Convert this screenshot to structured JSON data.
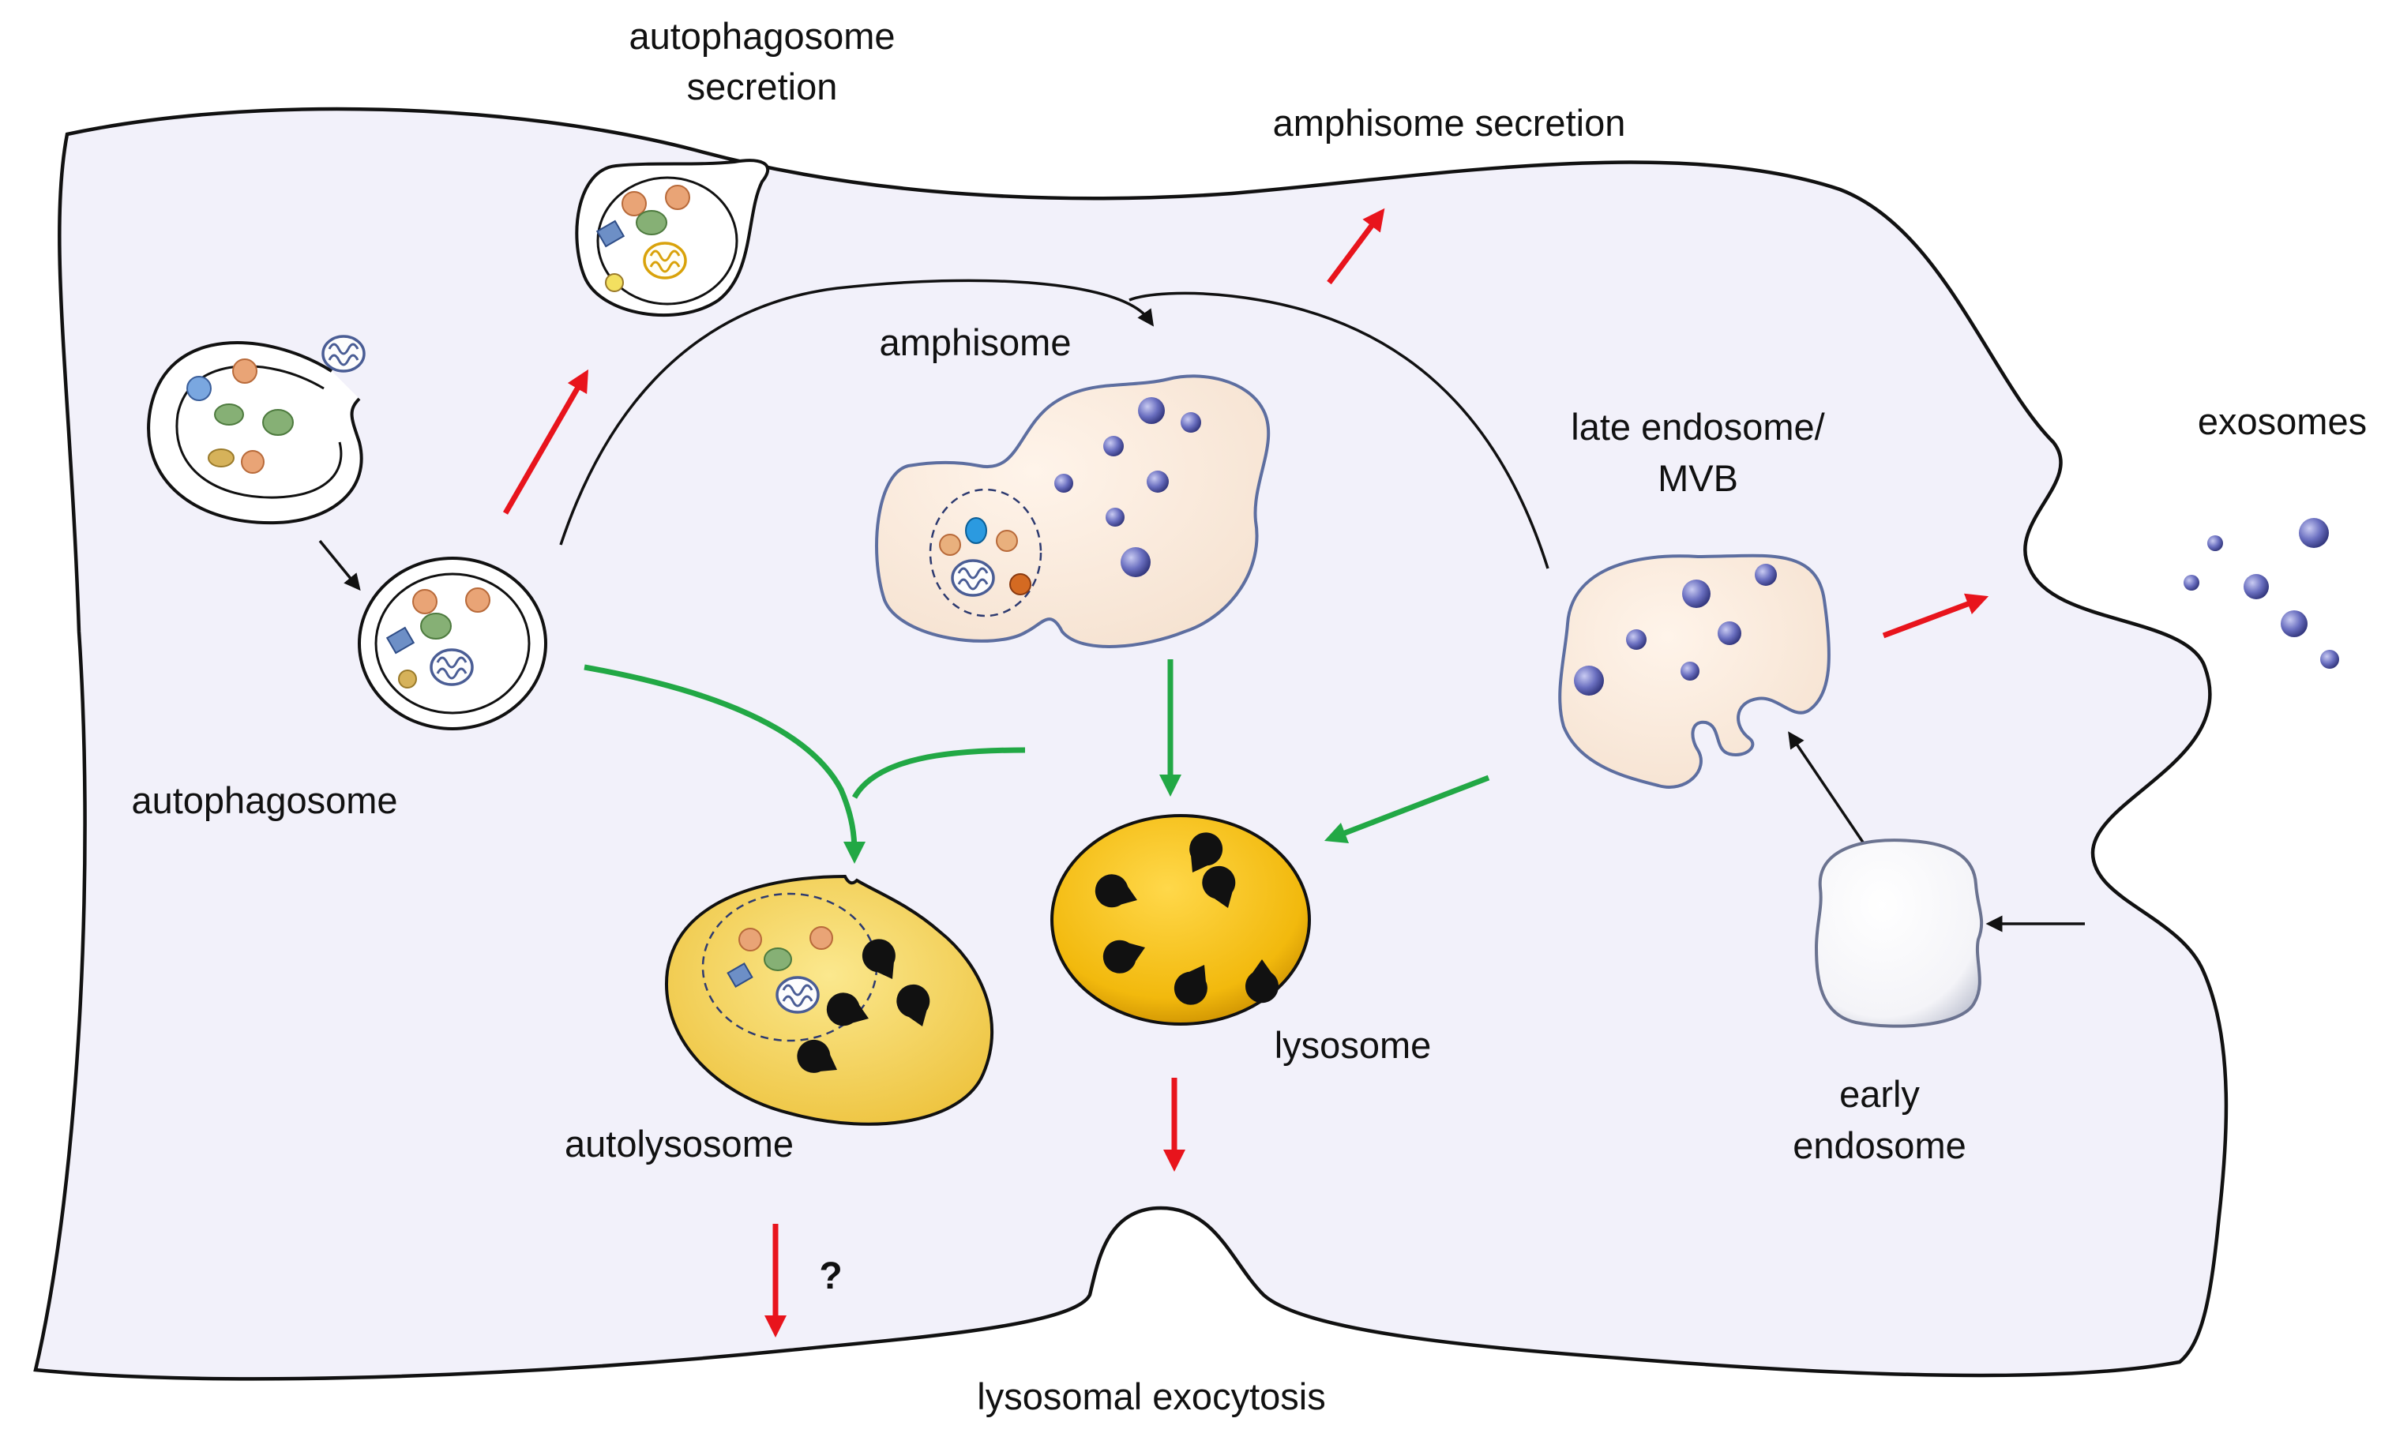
{
  "labels": {
    "autophagosome_secretion_line1": "autophagosome",
    "autophagosome_secretion_line2": "secretion",
    "amphisome_secretion": "amphisome secretion",
    "amphisome": "amphisome",
    "late_endosome_line1": "late endosome/",
    "late_endosome_line2": "MVB",
    "exosomes": "exosomes",
    "autophagosome": "autophagosome",
    "autolysosome": "autolysosome",
    "lysosome": "lysosome",
    "early_endosome_line1": "early",
    "early_endosome_line2": "endosome",
    "question_mark": "?",
    "lysosomal_exocytosis": "lysosomal exocytosis"
  },
  "colors": {
    "cell_fill": "#f2f1fa",
    "outline": "#111111",
    "secretion_arrow": "#e8141c",
    "fusion_arrow": "#22a845",
    "lysosome_yellow": "#f5c214",
    "autolysosome_yellow": "#f7de75",
    "amphisome_fill": "#fbeee2",
    "vesicle_purple": "#5b5fae",
    "mitochondrion_blue": "#4a5d95"
  },
  "icons": [
    "red-secretion-arrow-icon",
    "green-fusion-arrow-icon",
    "black-transport-arrow-icon",
    "mitochondrion-icon",
    "hydrolase-pacman-icon",
    "intraluminal-vesicle-icon"
  ]
}
